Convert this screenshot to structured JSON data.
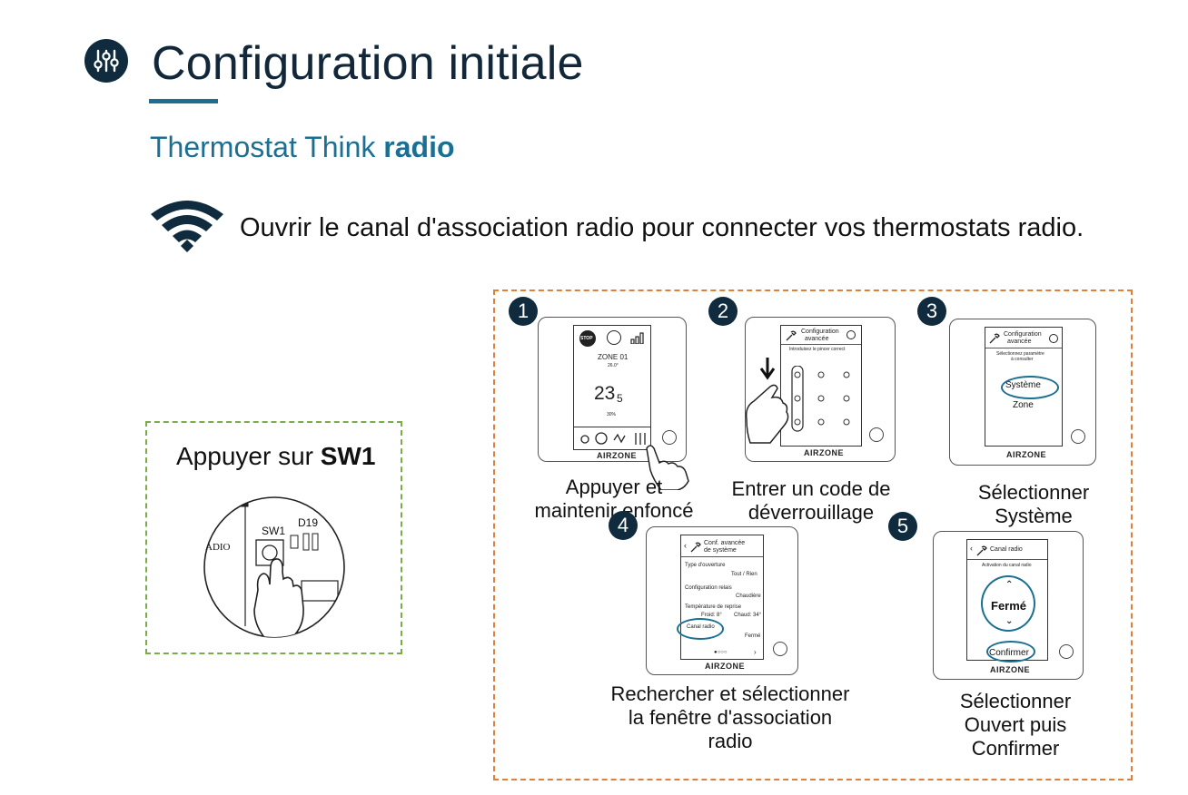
{
  "header": {
    "icon": "settings-sliders-icon",
    "title": "Configuration initiale"
  },
  "subtitle": {
    "prefix": "Thermostat Think ",
    "emphasis": "radio"
  },
  "intro": {
    "icon": "wifi-icon",
    "text": "Ouvrir le canal d'association radio pour connecter vos thermostats radio."
  },
  "sw1": {
    "prefix": "Appuyer sur ",
    "emphasis": "SW1",
    "board_labels": {
      "switch": "SW1",
      "led": "D19",
      "radio": "ADIO"
    }
  },
  "colors": {
    "accent": "#1b6f93",
    "dark": "#0f2b3d",
    "green_border": "#7aac4a",
    "orange_border": "#e07f3a"
  },
  "steps": [
    {
      "number": "1",
      "caption_line1": "Appuyer et",
      "caption_line2": "maintenir enfoncé",
      "screen": {
        "zone": "ZONE 01",
        "setpoint": "26.0°",
        "temp_main": "23",
        "temp_decimal": "5",
        "humidity": "30%",
        "stop": "STOP",
        "brand": "AIRZONE"
      }
    },
    {
      "number": "2",
      "caption_line1": "Entrer un code de",
      "caption_line2": "déverrouillage",
      "screen": {
        "title_line1": "Configuration",
        "title_line2": "avancée",
        "hint": "Introduisez le pincer correct",
        "brand": "AIRZONE"
      }
    },
    {
      "number": "3",
      "caption_line1": "Sélectionner",
      "caption_line2": "Système",
      "screen": {
        "title_line1": "Configuration",
        "title_line2": "avancée",
        "hint_line1": "Sélectionnez paramètre",
        "hint_line2": "à consulter",
        "option1": "Système",
        "option2": "Zone",
        "brand": "AIRZONE"
      }
    },
    {
      "number": "4",
      "caption_line1": "Rechercher et sélectionner",
      "caption_line2": "la fenêtre d'association",
      "caption_line3": "radio",
      "screen": {
        "title_line1": "Conf. avancée",
        "title_line2": "de système",
        "row1_label": "Type d'ouverture",
        "row1_value": "Tout / Rien",
        "row2_label": "Configuration relais",
        "row2_value": "Chaudière",
        "row3_label": "Température de reprise",
        "row3_value_a": "Froid: 8°",
        "row3_value_b": "Chaud: 34°",
        "row4_label": "Canal radio",
        "row4_value": "Fermé",
        "brand": "AIRZONE"
      }
    },
    {
      "number": "5",
      "caption_line1": "Sélectionner",
      "caption_line2": "Ouvert puis",
      "caption_line3": "Confirmer",
      "screen": {
        "title": "Canal radio",
        "hint": "Activation du canal radio",
        "value": "Fermé",
        "confirm": "Confirmer",
        "brand": "AIRZONE"
      }
    }
  ]
}
